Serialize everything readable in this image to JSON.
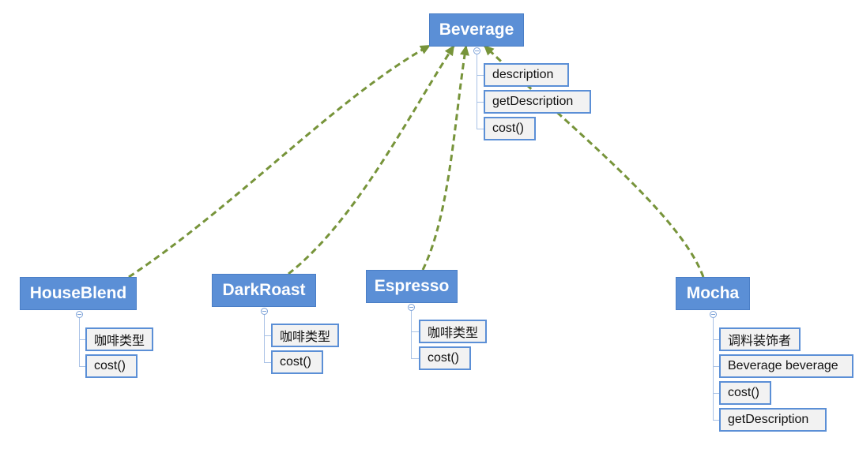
{
  "colors": {
    "node_fill": "#5b8fd6",
    "child_fill": "#f2f2f2",
    "child_border": "#5b8fd6",
    "edge": "#77943a"
  },
  "root": {
    "title": "Beverage",
    "children": [
      "description",
      "getDescription",
      "cost()"
    ]
  },
  "nodes": [
    {
      "title": "HouseBlend",
      "children": [
        "咖啡类型",
        "cost()"
      ]
    },
    {
      "title": "DarkRoast",
      "children": [
        "咖啡类型",
        "cost()"
      ]
    },
    {
      "title": "Espresso",
      "children": [
        "咖啡类型",
        "cost()"
      ]
    },
    {
      "title": "Mocha",
      "children": [
        "调料装饰者",
        "Beverage beverage",
        "cost()",
        "getDescription"
      ]
    }
  ],
  "edges": [
    {
      "from": "HouseBlend",
      "to": "Beverage",
      "style": "dashed",
      "arrow": "to"
    },
    {
      "from": "DarkRoast",
      "to": "Beverage",
      "style": "dashed",
      "arrow": "to"
    },
    {
      "from": "Espresso",
      "to": "Beverage",
      "style": "dashed",
      "arrow": "to"
    },
    {
      "from": "Mocha",
      "to": "Beverage",
      "style": "dashed",
      "arrow": "to"
    }
  ]
}
